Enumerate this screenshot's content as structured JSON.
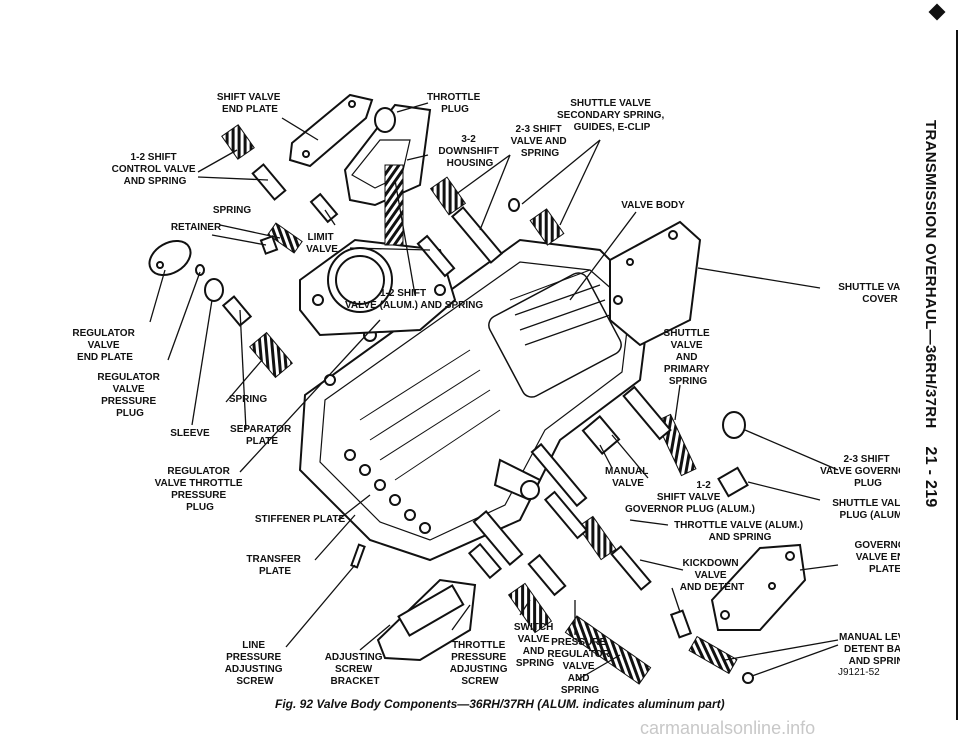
{
  "figure": {
    "caption": "Fig. 92 Valve Body Components—36RH/37RH (ALUM. indicates aluminum part)",
    "id": "J9121-52"
  },
  "sidebar": {
    "title": "TRANSMISSION OVERHAUL—36RH/37RH",
    "page": "21 - 219"
  },
  "watermark": "carmanualsonline.info",
  "labels": {
    "shift_valve_end_plate": [
      "SHIFT VALVE",
      "END PLATE"
    ],
    "throttle_plug": [
      "THROTTLE",
      "PLUG"
    ],
    "shuttle_valve_secondary_spring": [
      "SHUTTLE VALVE",
      "SECONDARY SPRING,",
      "GUIDES, E-CLIP"
    ],
    "two_three_shift_valve_spring": [
      "2-3 SHIFT",
      "VALVE AND",
      "SPRING"
    ],
    "three_two_downshift_housing": [
      "3-2",
      "DOWNSHIFT",
      "HOUSING"
    ],
    "one_two_shift_control_valve": [
      "1-2 SHIFT",
      "CONTROL VALVE",
      "AND SPRING"
    ],
    "spring_top": [
      "SPRING"
    ],
    "retainer": [
      "RETAINER"
    ],
    "limit_valve": [
      "LIMIT",
      "VALVE"
    ],
    "valve_body": [
      "VALVE BODY"
    ],
    "one_two_shift_valve_alum": [
      "1-2 SHIFT",
      "VALVE (ALUM.) AND SPRING"
    ],
    "shuttle_valve_cover": [
      "SHUTTLE VALVE",
      "COVER"
    ],
    "regulator_valve_end_plate": [
      "REGULATOR",
      "VALVE",
      "END PLATE"
    ],
    "shuttle_valve_primary_spring": [
      "SHUTTLE",
      "VALVE",
      "AND",
      "PRIMARY",
      "SPRING"
    ],
    "regulator_valve_pressure_plug": [
      "REGULATOR",
      "VALVE",
      "PRESSURE",
      "PLUG"
    ],
    "spring_mid": [
      "SPRING"
    ],
    "sleeve": [
      "SLEEVE"
    ],
    "separator_plate": [
      "SEPARATOR",
      "PLATE"
    ],
    "two_three_shift_valve_governor_plug": [
      "2-3 SHIFT",
      "VALVE GOVERNOR",
      "PLUG"
    ],
    "manual_valve": [
      "MANUAL",
      "VALVE"
    ],
    "regulator_valve_throttle_pressure_plug": [
      "REGULATOR",
      "VALVE THROTTLE",
      "PRESSURE",
      "PLUG"
    ],
    "one_two_shift_valve_governor_plug": [
      "1-2",
      "SHIFT VALVE",
      "GOVERNOR PLUG (ALUM.)"
    ],
    "shuttle_valve_plug_alum": [
      "SHUTTLE VALVE",
      "PLUG (ALUM.)"
    ],
    "stiffener_plate": [
      "STIFFENER PLATE"
    ],
    "throttle_valve_alum": [
      "THROTTLE VALVE (ALUM.)",
      "AND SPRING"
    ],
    "governor_valve_end_plate": [
      "GOVERNOR",
      "VALVE END",
      "PLATE"
    ],
    "transfer_plate": [
      "TRANSFER",
      "PLATE"
    ],
    "kickdown_valve": [
      "KICKDOWN",
      "VALVE",
      "AND DETENT"
    ],
    "manual_lever_detent": [
      "MANUAL LEVER",
      "DETENT BALL",
      "AND SPRING"
    ],
    "line_pressure_adjusting_screw": [
      "LINE",
      "PRESSURE",
      "ADJUSTING",
      "SCREW"
    ],
    "adjusting_screw_bracket": [
      "ADJUSTING",
      "SCREW",
      "BRACKET"
    ],
    "throttle_pressure_adjusting_screw": [
      "THROTTLE",
      "PRESSURE",
      "ADJUSTING",
      "SCREW"
    ],
    "switch_valve_spring": [
      "SWITCH",
      "VALVE",
      "AND",
      "SPRING"
    ],
    "pressure_regulator_valve": [
      "PRESSURE",
      "REGULATOR",
      "VALVE",
      "AND",
      "SPRING"
    ]
  }
}
